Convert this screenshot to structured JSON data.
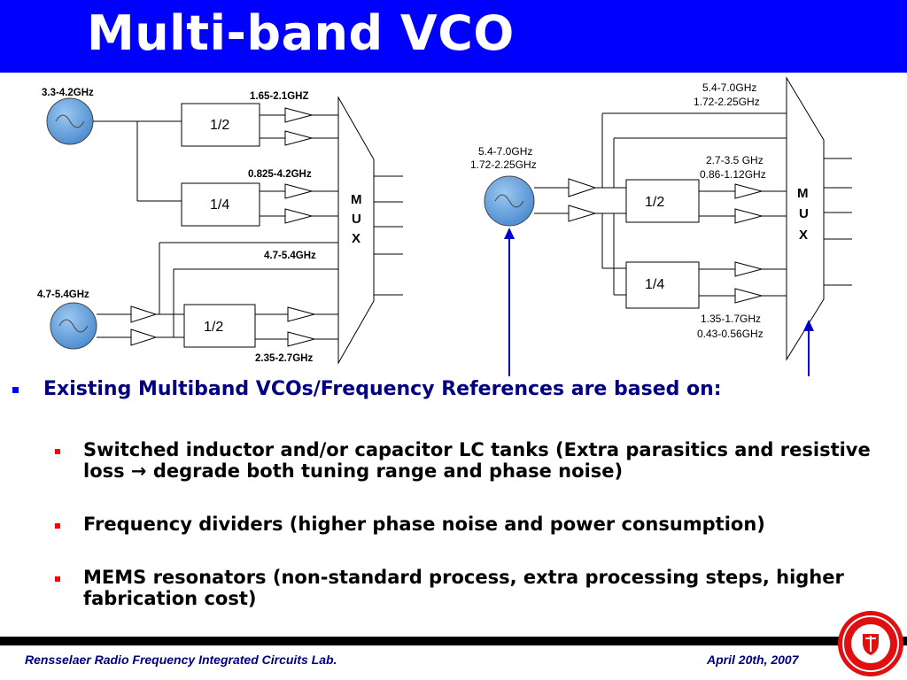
{
  "title": "Multi-band VCO",
  "diagram": {
    "left": {
      "osc1_freq": "3.3-4.2GHz",
      "osc2_freq": "4.7-5.4GHz",
      "div_a": "1/2",
      "div_b": "1/4",
      "div_c": "1/2",
      "band_1": "1.65-2.1GHZ",
      "band_2": "0.825-4.2GHz",
      "band_3": "4.7-5.4GHz",
      "band_4": "2.35-2.7GHz",
      "mux_m": "M",
      "mux_u": "U",
      "mux_x": "X"
    },
    "right": {
      "osc_freq_1": "5.4-7.0GHz",
      "osc_freq_2": "1.72-2.25GHz",
      "top_freq_1": "5.4-7.0GHz",
      "top_freq_2": "1.72-2.25GHz",
      "mid_freq_1": "2.7-3.5 GHz",
      "mid_freq_2": "0.86-1.12GHz",
      "bot_freq_1": "1.35-1.7GHz",
      "bot_freq_2": "0.43-0.56GHz",
      "div_a": "1/2",
      "div_b": "1/4",
      "mux_m": "M",
      "mux_u": "U",
      "mux_x": "X"
    }
  },
  "bullets": {
    "main": "Existing Multiband VCOs/Frequency References are based on:",
    "sub1": "Switched inductor and/or capacitor LC tanks (Extra parasitics and resistive loss → degrade both tuning range and phase noise)",
    "sub2": "Frequency dividers (higher phase noise and power consumption)",
    "sub3": "MEMS resonators (non-standard process, extra processing steps, higher fabrication cost)"
  },
  "footer": {
    "lab": "Rensselaer Radio Frequency Integrated Circuits Lab.",
    "date": "April  20th, 2007"
  },
  "colors": {
    "title_bar": "#0000ff",
    "oscillator_fill": "#5b9bd5",
    "arrow": "#0000cc",
    "bullet_main": "#0000ff",
    "bullet_sub": "#ff0000",
    "seal": "#e01010"
  }
}
